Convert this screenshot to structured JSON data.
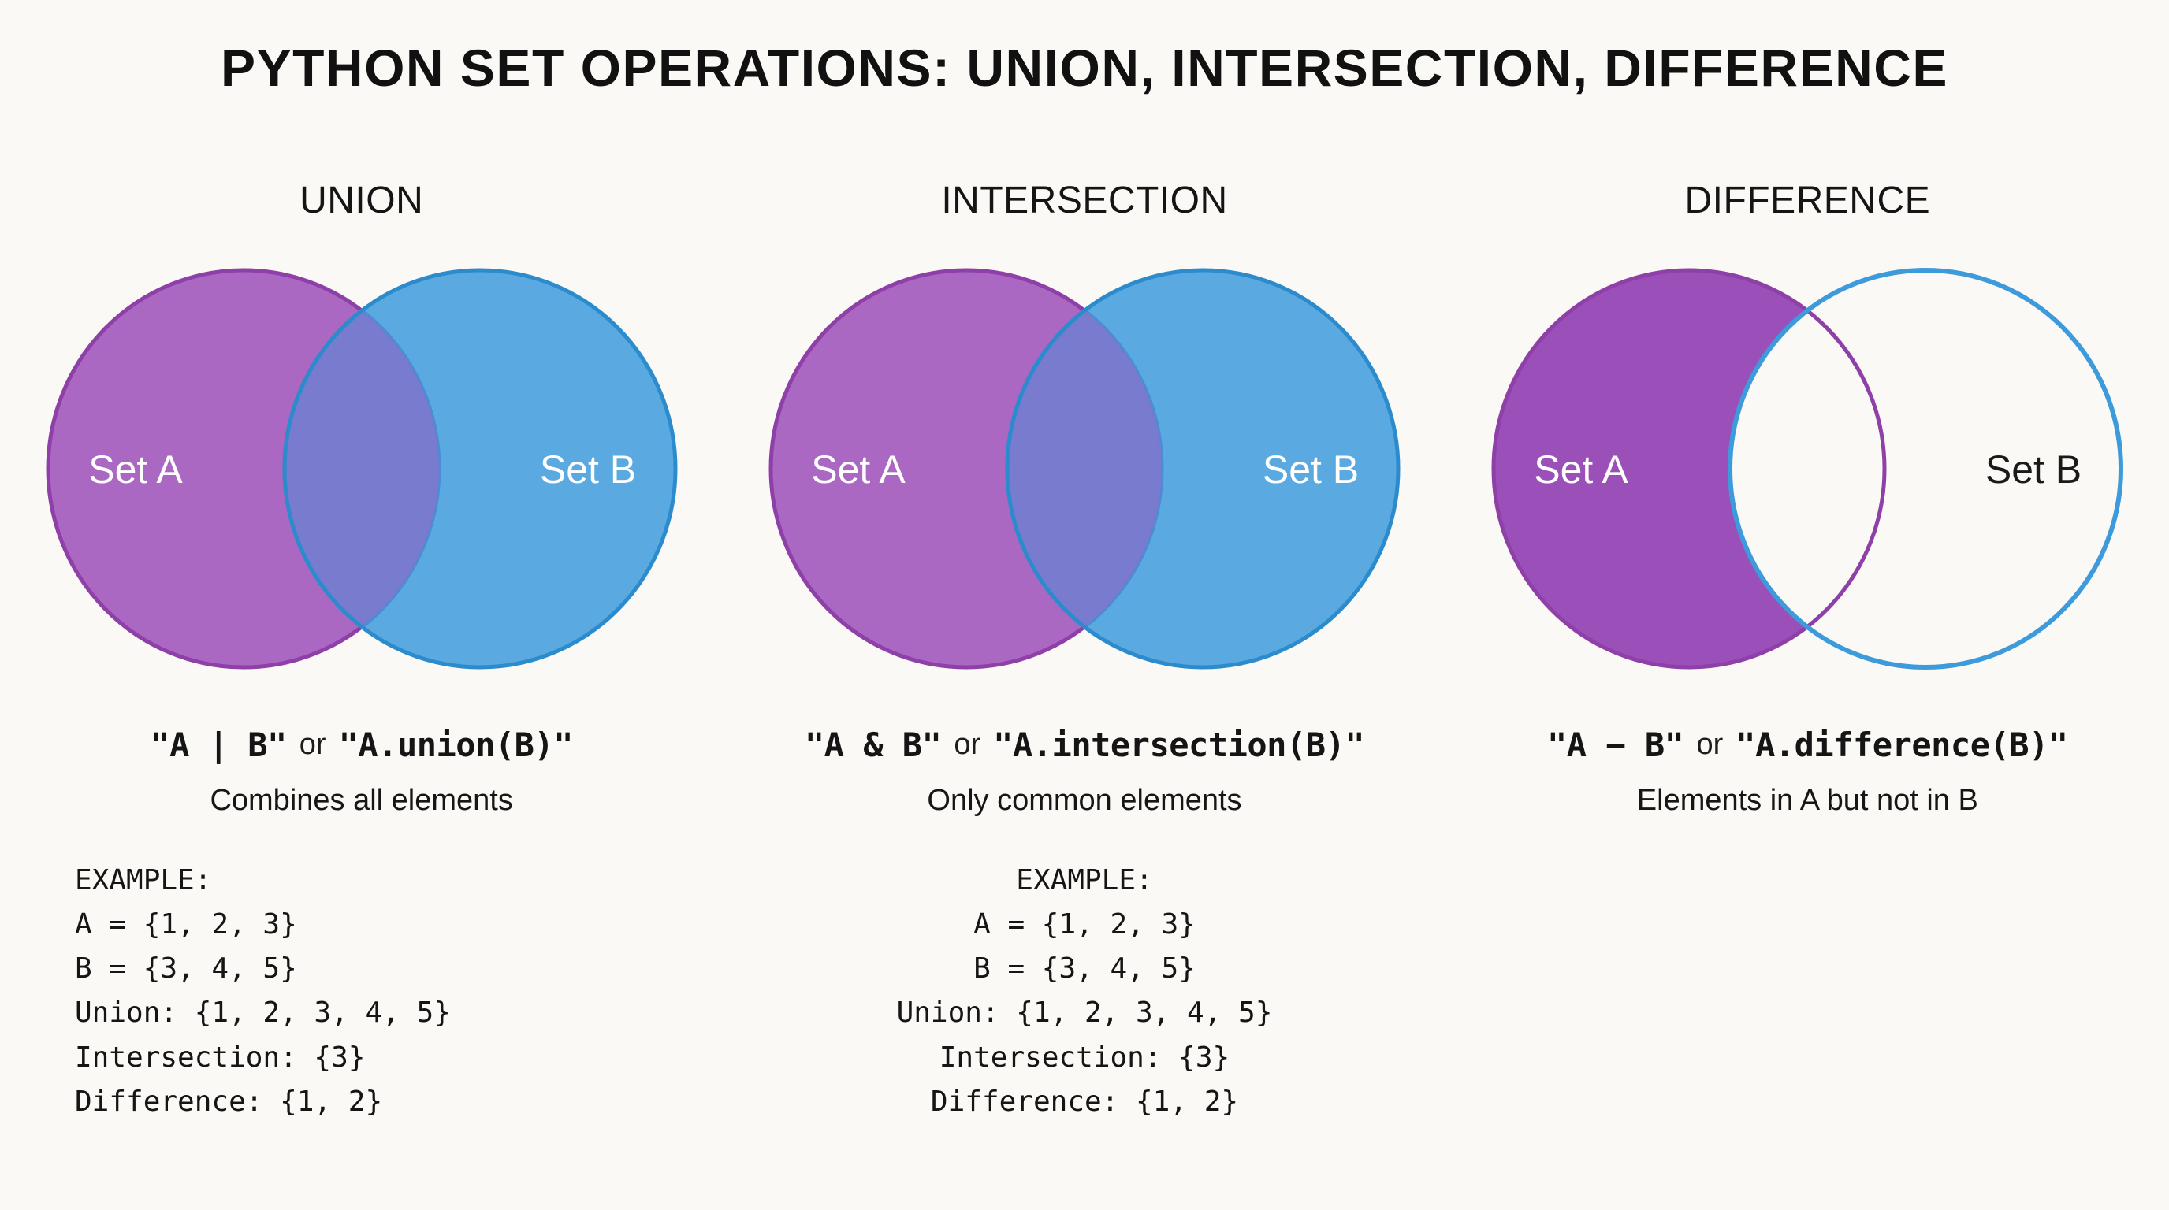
{
  "page": {
    "title": "PYTHON SET OPERATIONS: UNION, INTERSECTION, DIFFERENCE",
    "background_color": "#fbf9f5"
  },
  "colors": {
    "set_a_fill": "#9b4fb8",
    "set_a_stroke": "#8e3fa8",
    "set_b_fill": "#3d9bdc",
    "set_b_stroke": "#2b8bcc",
    "overlap_fill": "#7b79ce",
    "text": "#151515",
    "label_light": "#ffffff",
    "label_dark": "#1a1a1a"
  },
  "columns": [
    {
      "heading": "UNION",
      "venn": {
        "mode": "both-filled",
        "set_a_label": "Set A",
        "set_b_label": "Set B",
        "set_a_label_color": "light",
        "set_b_label_color": "light"
      },
      "formula": {
        "operator": "\"A | B\"",
        "connector": "or",
        "method": "\"A.union(B)\""
      },
      "description": "Combines all elements",
      "example": {
        "visible": true,
        "align": "left",
        "lines": [
          "EXAMPLE:",
          "A = {1, 2, 3}",
          "B = {3, 4, 5}",
          "Union: {1, 2, 3, 4, 5}",
          "Intersection: {3}",
          "Difference: {1, 2}"
        ]
      }
    },
    {
      "heading": "INTERSECTION",
      "venn": {
        "mode": "both-filled",
        "set_a_label": "Set A",
        "set_b_label": "Set B",
        "set_a_label_color": "light",
        "set_b_label_color": "light"
      },
      "formula": {
        "operator": "\"A & B\"",
        "connector": "or",
        "method": "\"A.intersection(B)\""
      },
      "description": "Only common elements",
      "example": {
        "visible": true,
        "align": "center",
        "lines": [
          "EXAMPLE:",
          "A = {1, 2, 3}",
          "B = {3, 4, 5}",
          "Union: {1, 2, 3, 4, 5}",
          "Intersection: {3}",
          "Difference: {1, 2}"
        ]
      }
    },
    {
      "heading": "DIFFERENCE",
      "venn": {
        "mode": "a-minus-b",
        "set_a_label": "Set A",
        "set_b_label": "Set B",
        "set_a_label_color": "light",
        "set_b_label_color": "dark"
      },
      "formula": {
        "operator": "\"A − B\"",
        "connector": "or",
        "method": "\"A.difference(B)\""
      },
      "description": "Elements in A but not in B",
      "example": {
        "visible": false,
        "align": "left",
        "lines": []
      }
    }
  ]
}
